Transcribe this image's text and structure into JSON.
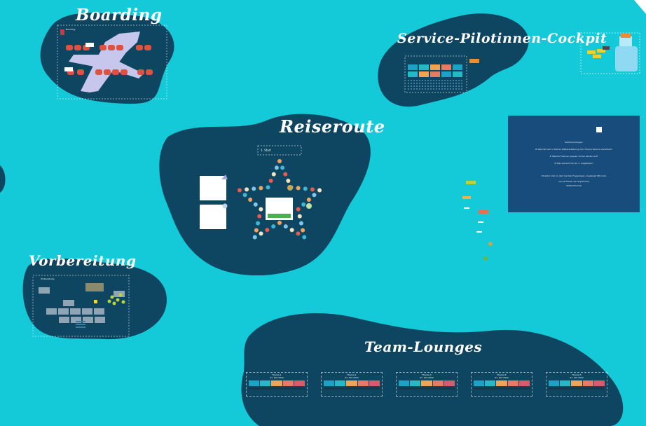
{
  "board": {
    "background": "#14cad8",
    "island_color": "#0e4560",
    "titles": {
      "boarding": "Boarding",
      "cockpit": "Service-Pilotinnen-Cockpit",
      "reiseroute": "Reiseroute",
      "vorbereitung": "Vorbereitung",
      "team_lounges": "Team-Lounges"
    }
  },
  "boarding": {
    "frame_label": "Boarding"
  },
  "vorbereitung": {
    "frame_label": "Vorbereitung"
  },
  "reiseroute": {
    "start_label": "1. Start"
  },
  "info_panel": {
    "line1": "Reflexionsfragen",
    "line2": "# Was hat sich in Deiner Weiterarbeitung zum Thema Service verändert?",
    "line3": "# Welche Themen poppen immer wieder auf?",
    "line4": "# Was wünscht Du dir 1. angeboten?",
    "line5": "Direkter Link zu dem Kachen-Fragebogen angezeigt QR-Code",
    "line6": "zum Erfassen der Ergebnisse",
    "line7": "SUPP-DVA-TQ2"
  },
  "team_cards": [
    {
      "label": "Thema 1",
      "date": "01. Okt 2022"
    },
    {
      "label": "Thema 2",
      "date": "01. Okt 2022"
    },
    {
      "label": "Thema 3",
      "date": "01. Okt 2022"
    },
    {
      "label": "Thema 4",
      "date": "01. Okt 2022"
    },
    {
      "label": "Thema 5",
      "date": "01. Okt 2022"
    }
  ],
  "icons": {
    "plane": "airplane-icon",
    "bottle": "water-bottle-icon",
    "seat": "seat-icon"
  }
}
